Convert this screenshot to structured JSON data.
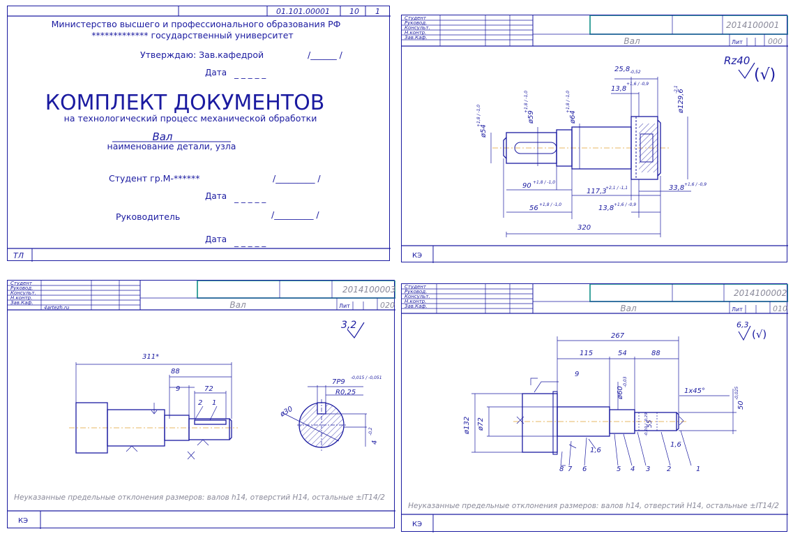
{
  "title_sheet": {
    "code": "01.101.00001",
    "n1": "10",
    "n2": "1",
    "ministry": "Министерство высшего и профессионального образования РФ",
    "university": "************* государственный университет",
    "approve": "Утверждаю: Зав.кафедрой",
    "sign1": "/______ /",
    "date_label": "Дата",
    "date_blank": "_ _ _ _ _",
    "main_title": "КОМПЛЕКТ ДОКУМЕНТОВ",
    "subtitle": "на технологический процесс механической обработки",
    "part_name": "Вал",
    "part_caption": "наименование детали, узла",
    "student": "Студент гр.М-******",
    "sign2": "/_________ /",
    "supervisor": "Руководитель",
    "sign3": "/_________ /",
    "footer": "ТЛ"
  },
  "stamp_labels": [
    "Студент",
    "Руковод.",
    "Консульт.",
    "Н.контр.",
    "Зав.Каф."
  ],
  "stamp_lit": "Лит",
  "footer_code": "КЭ",
  "part_name": "Вал",
  "sheet_tr": {
    "doc_code": "2014100001",
    "op": "000",
    "roughness": "Rz40",
    "roughness_rest": "(√)",
    "dims": {
      "d54": "ø54",
      "d54_tol": "+1,8 / -1,0",
      "d59": "ø59",
      "d59_tol": "+1,8 / -1,0",
      "d64": "ø64",
      "d64_tol": "+1,8 / -1,0",
      "d1296": "ø129,6",
      "d1296_tol": "-2,1",
      "l258": "25,8",
      "l258_tol": "-0,52",
      "l138a": "13,8",
      "l138a_tol": "+1,6 / -0,9",
      "l90": "90",
      "l90_tol": "+1,8 / -1,0",
      "l56": "56",
      "l56_tol": "+1,8 / -1,0",
      "l1173": "117,3",
      "l1173_tol": "+2,1 / -1,1",
      "l138b": "13,8",
      "l138b_tol": "+1,6 / -0,9",
      "l338": "33,8",
      "l338_tol": "+1,6 / -0,9",
      "l320": "320"
    }
  },
  "sheet_bl": {
    "doc_code": "2014100003",
    "op": "020",
    "email": "4artezh.ru",
    "roughness": "3,2",
    "dims": {
      "l311": "311*",
      "l88": "88",
      "l9": "9",
      "l72": "72",
      "n2": "2",
      "n1": "1",
      "tol_7p9": "7Р9",
      "tol_7p9_dev": "-0,015 / -0,051",
      "r025": "R0,25",
      "d30": "ø30",
      "dim4": "4",
      "dim4_tol": "-0,2"
    },
    "note": "Неуказанные предельные отклонения размеров: валов h14, отверстий Н14, остальные ±IT14/2"
  },
  "sheet_br": {
    "doc_code": "2014100002",
    "op": "010",
    "roughness": "6,3",
    "roughness_rest": "(√)",
    "dims": {
      "l267": "267",
      "l115": "115",
      "l54": "54",
      "l88": "88",
      "d60": "ø60",
      "d60_tol": "-0,03",
      "d50": "50",
      "d50_tol": "-0,025",
      "d55": "55",
      "d55_tol": "-0,10 / -0,29",
      "chamfer": "1x45°",
      "d132": "ø132",
      "d72": "ø72",
      "r16a": "1,6",
      "r16b": "1,6",
      "n9": "9"
    },
    "positions": [
      "8",
      "7",
      "6",
      "5",
      "4",
      "3",
      "2",
      "1"
    ],
    "note": "Неуказанные предельные отклонения размеров: валов h14, отверстий Н14, остальные ±IT14/2"
  }
}
